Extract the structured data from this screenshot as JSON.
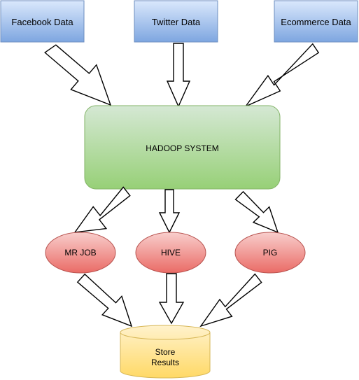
{
  "diagram": {
    "sources": [
      {
        "label": "Facebook Data"
      },
      {
        "label": "Twitter Data"
      },
      {
        "label": "Ecommerce Data"
      }
    ],
    "hub": {
      "label": "HADOOP SYSTEM"
    },
    "processors": [
      {
        "label": "MR JOB"
      },
      {
        "label": "HIVE"
      },
      {
        "label": "PIG"
      }
    ],
    "store": {
      "label_line1": "Store",
      "label_line2": "Results"
    },
    "colors": {
      "source_fill_top": "#dae8fc",
      "source_fill_bottom": "#7ea6e0",
      "source_stroke": "#6c8ebf",
      "hub_fill_top": "#d5e8d4",
      "hub_fill_bottom": "#97d077",
      "hub_stroke": "#82b366",
      "processor_fill_top": "#f8cecc",
      "processor_fill_bottom": "#ea6b66",
      "processor_stroke": "#b85450",
      "store_fill_top": "#fff2cc",
      "store_fill_bottom": "#ffd966",
      "store_stroke": "#d6b656",
      "arrow_stroke": "#000000"
    }
  }
}
